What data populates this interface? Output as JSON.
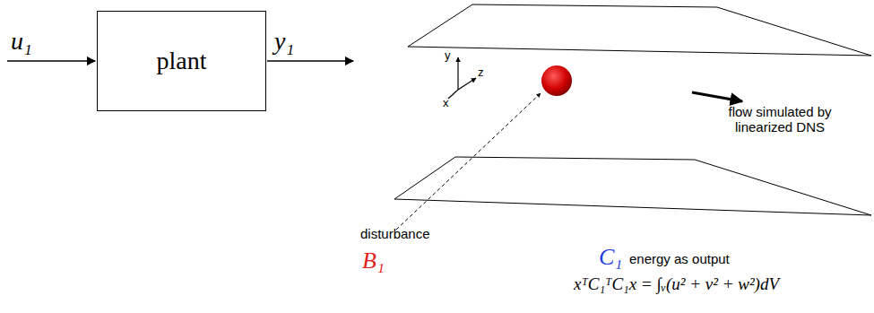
{
  "diagram": {
    "nodes": [
      {
        "text": [
          "plant"
        ]
      }
    ],
    "labels": [
      "u₁",
      "y₁",
      "y",
      "z",
      "x",
      "flow simulated by linearized DNS",
      "disturbance",
      "B₁",
      "C₁",
      "energy as output",
      "xᵀC₁ᵀC₁x = ∫ᵥ(u² + v² + w²)dV"
    ]
  }
}
